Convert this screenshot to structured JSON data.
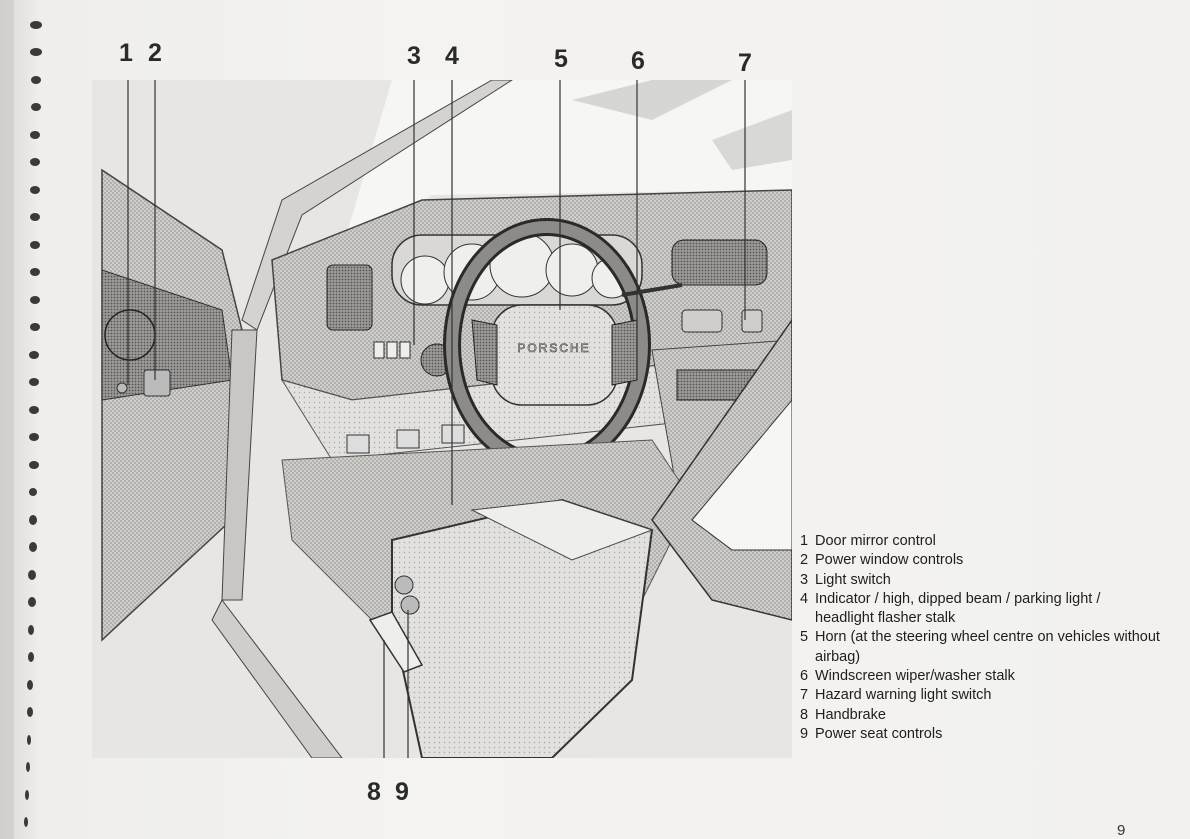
{
  "callouts": {
    "c1": "1",
    "c2": "2",
    "c3": "3",
    "c4": "4",
    "c5": "5",
    "c6": "6",
    "c7": "7",
    "c8": "8",
    "c9": "9"
  },
  "illustration": {
    "steering_wheel_brand": "PORSCHE"
  },
  "legend": {
    "items": [
      {
        "num": "1",
        "text": "Door mirror control"
      },
      {
        "num": "2",
        "text": "Power window controls"
      },
      {
        "num": "3",
        "text": "Light switch"
      },
      {
        "num": "4",
        "text": "Indicator / high, dipped beam / parking light / headlight flasher stalk"
      },
      {
        "num": "5",
        "text": "Horn (at the steering wheel centre on vehicles without airbag)"
      },
      {
        "num": "6",
        "text": "Windscreen wiper/washer stalk"
      },
      {
        "num": "7",
        "text": "Hazard warning light switch"
      },
      {
        "num": "8",
        "text": "Handbrake"
      },
      {
        "num": "9",
        "text": "Power seat controls"
      }
    ]
  },
  "page_number": "9",
  "colors": {
    "paper": "#f1f0ec",
    "ink": "#222222",
    "illustration_bg": "#e6e5e2"
  }
}
